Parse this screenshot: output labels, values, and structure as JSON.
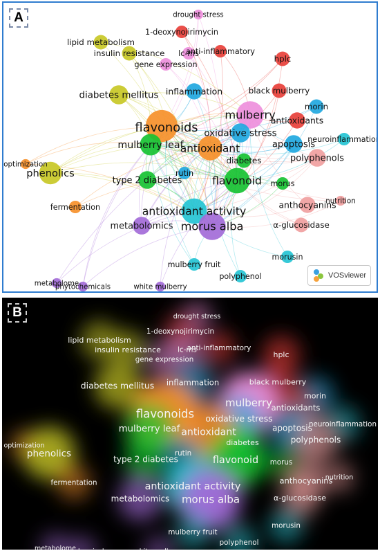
{
  "panels": {
    "a": "A",
    "b": "B"
  },
  "logo": {
    "text": "VOSviewer"
  },
  "colors": {
    "red": "#e8403a",
    "green": "#17c232",
    "blue": "#21a8e0",
    "yellow": "#c8c826",
    "orange": "#f6902a",
    "purple": "#a36bd8",
    "pink": "#ee8fdc",
    "salmon": "#f0a0a0",
    "cyan": "#25c4d4",
    "lightblue": "#3fb0e8"
  },
  "nodes": [
    {
      "label": "drought stress",
      "color": "pink",
      "w": 1
    },
    {
      "label": "1-deoxynojirimycin",
      "color": "red",
      "w": 2
    },
    {
      "label": "lipid metabolism",
      "color": "yellow",
      "w": 3
    },
    {
      "label": "insulin resistance",
      "color": "yellow",
      "w": 3
    },
    {
      "label": "lc-ms",
      "color": "pink",
      "w": 2
    },
    {
      "label": "anti-inflammatory",
      "color": "red",
      "w": 2
    },
    {
      "label": "hplc",
      "color": "red",
      "w": 3
    },
    {
      "label": "gene expression",
      "color": "pink",
      "w": 2
    },
    {
      "label": "diabetes mellitus",
      "color": "yellow",
      "w": 6
    },
    {
      "label": "inflammation",
      "color": "blue",
      "w": 4
    },
    {
      "label": "black mulberry",
      "color": "red",
      "w": 3
    },
    {
      "label": "mulberry",
      "color": "pink",
      "w": 14
    },
    {
      "label": "morin",
      "color": "blue",
      "w": 3
    },
    {
      "label": "flavonoids",
      "color": "orange",
      "w": 20
    },
    {
      "label": "antioxidants",
      "color": "red",
      "w": 4
    },
    {
      "label": "oxidative stress",
      "color": "blue",
      "w": 6
    },
    {
      "label": "neuroinflammation",
      "color": "cyan",
      "w": 2
    },
    {
      "label": "apoptosis",
      "color": "blue",
      "w": 5
    },
    {
      "label": "mulberry leaf",
      "color": "green",
      "w": 8
    },
    {
      "label": "antioxidant",
      "color": "orange",
      "w": 11
    },
    {
      "label": "polyphenols",
      "color": "salmon",
      "w": 5
    },
    {
      "label": "optimization",
      "color": "orange",
      "w": 1
    },
    {
      "label": "diabetes",
      "color": "green",
      "w": 3
    },
    {
      "label": "phenolics",
      "color": "yellow",
      "w": 9
    },
    {
      "label": "type 2 diabetes",
      "color": "green",
      "w": 5
    },
    {
      "label": "rutin",
      "color": "blue",
      "w": 2
    },
    {
      "label": "flavonoid",
      "color": "green",
      "w": 12
    },
    {
      "label": "morus",
      "color": "green",
      "w": 2
    },
    {
      "label": "fermentation",
      "color": "orange",
      "w": 2
    },
    {
      "label": "anthocyanins",
      "color": "salmon",
      "w": 4
    },
    {
      "label": "nutrition",
      "color": "salmon",
      "w": 1
    },
    {
      "label": "antioxidant activity",
      "color": "cyan",
      "w": 12
    },
    {
      "label": "metabolomics",
      "color": "purple",
      "w": 5
    },
    {
      "label": "morus alba",
      "color": "purple",
      "w": 14
    },
    {
      "label": "α-glucosidase",
      "color": "salmon",
      "w": 3
    },
    {
      "label": "morusin",
      "color": "cyan",
      "w": 2
    },
    {
      "label": "mulberry fruit",
      "color": "cyan",
      "w": 2
    },
    {
      "label": "polyphenol",
      "color": "cyan",
      "w": 2
    },
    {
      "label": "metabolome",
      "color": "purple",
      "w": 1
    },
    {
      "label": "phytochemicals",
      "color": "purple",
      "w": 1
    },
    {
      "label": "white mulberry",
      "color": "purple",
      "w": 1
    }
  ]
}
